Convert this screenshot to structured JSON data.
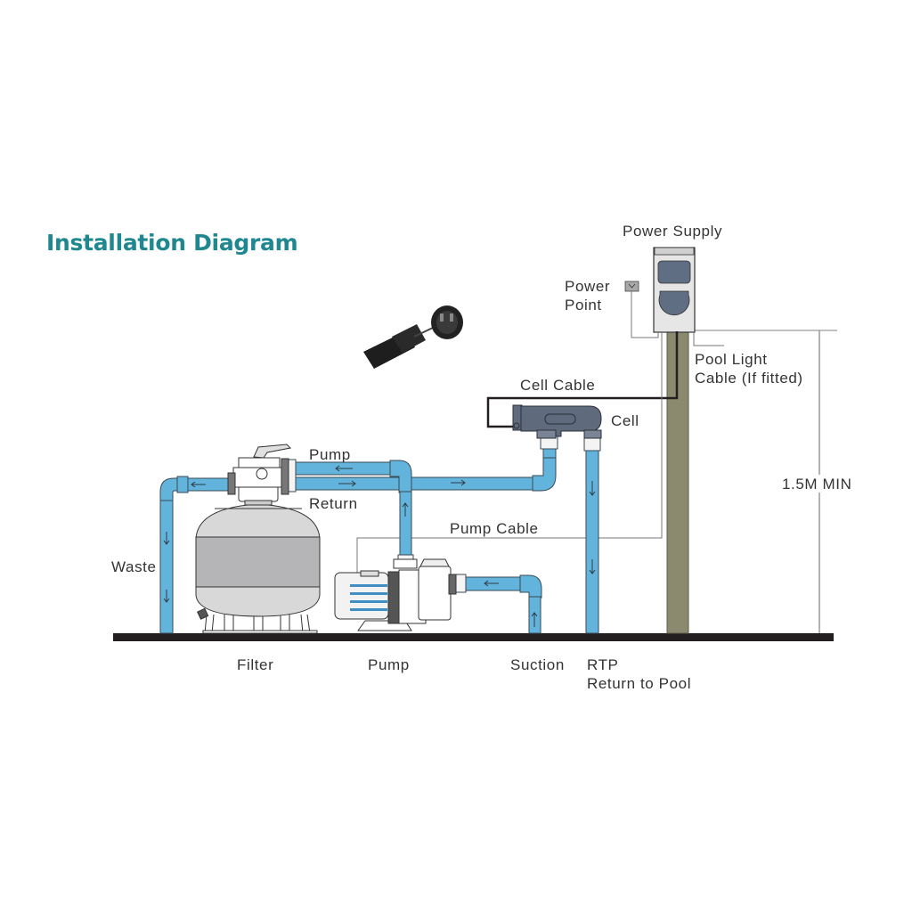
{
  "title": "Installation Diagram",
  "colors": {
    "title": "#1f8790",
    "pipe": "#63b4dd",
    "pipe_outline": "#3a4a55",
    "ground": "#231f20",
    "post": "#8c8a6e",
    "filter_body": "#d8d8d8",
    "filter_band": "#b5b5b7",
    "cell_body": "#5f6b7d",
    "power_screen": "#5f6e82",
    "cable": "#231f20",
    "leader": "#8a8a8a",
    "text": "#333333"
  },
  "labels": {
    "power_supply": "Power Supply",
    "power_point_line1": "Power",
    "power_point_line2": "Point",
    "pool_light_line1": "Pool Light",
    "pool_light_line2": "Cable (If fitted)",
    "cell_cable": "Cell Cable",
    "cell": "Cell",
    "pump_top": "Pump",
    "return": "Return",
    "pump_cable": "Pump Cable",
    "waste": "Waste",
    "min_height": "1.5M MIN",
    "filter": "Filter",
    "pump_bottom": "Pump",
    "suction": "Suction",
    "rtp": "RTP",
    "return_to_pool": "Return to Pool"
  },
  "components": [
    {
      "name": "Power Supply",
      "icon": "power-supply-unit"
    },
    {
      "name": "Power Point",
      "icon": "power-outlet"
    },
    {
      "name": "Cell",
      "icon": "chlorinator-cell"
    },
    {
      "name": "Filter",
      "icon": "sand-filter-tank"
    },
    {
      "name": "Pump",
      "icon": "pool-pump"
    },
    {
      "name": "Plug Adapter",
      "icon": "power-plug-adapter"
    }
  ],
  "flow_arrows": {
    "waste": "down",
    "pump_line": "left",
    "return_line": "right",
    "pump_riser": "up",
    "suction_line": "left",
    "suction_riser": "up",
    "rtp_line": "down"
  }
}
